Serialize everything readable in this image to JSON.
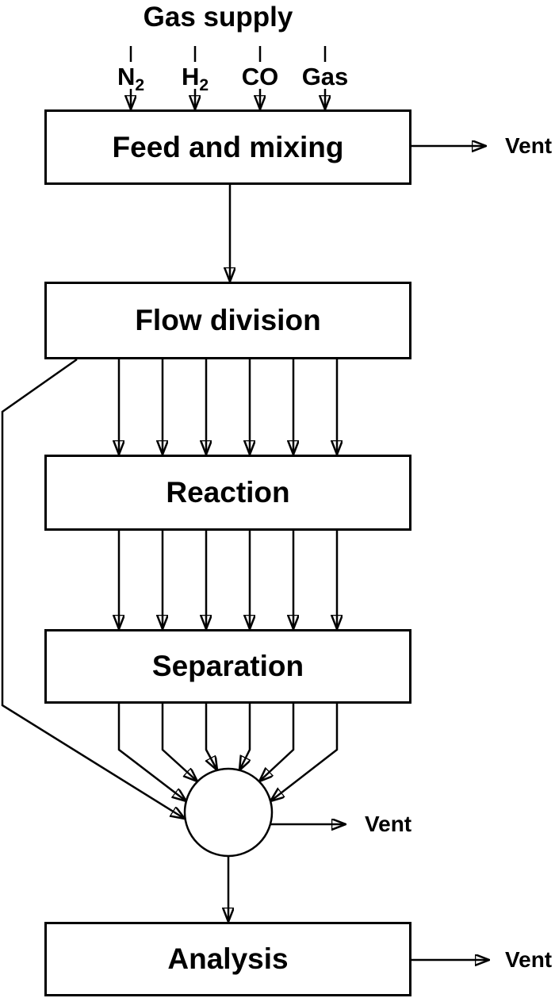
{
  "title": "Gas supply",
  "gas_inlets": [
    {
      "main": "N",
      "sub": "2"
    },
    {
      "main": "H",
      "sub": "2"
    },
    {
      "main": "CO",
      "sub": ""
    },
    {
      "main": "Gas",
      "sub": ""
    }
  ],
  "boxes": {
    "feed": "Feed and mixing",
    "flow_division": "Flow division",
    "reaction": "Reaction",
    "separation": "Separation",
    "analysis": "Analysis"
  },
  "vents": {
    "top": "Vent",
    "middle": "Vent",
    "bottom": "Vent"
  },
  "junction": "multiposition-valve-circle",
  "stream_count": 6,
  "colors": {
    "line": "#000000",
    "background": "#ffffff",
    "text": "#000000"
  }
}
